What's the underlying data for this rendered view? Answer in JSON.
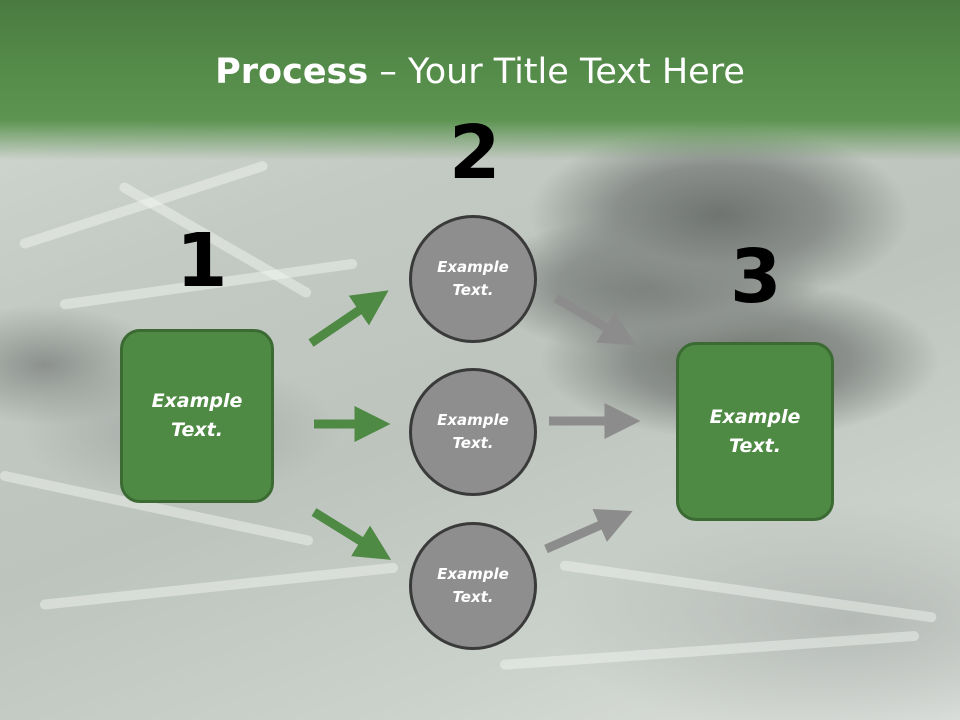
{
  "title": {
    "bold": "Process",
    "rest": " – Your Title Text Here"
  },
  "steps": {
    "one": "1",
    "two": "2",
    "three": "3"
  },
  "left_box": {
    "text": "Example\nText."
  },
  "right_box": {
    "text": "Example\nText."
  },
  "circles": [
    {
      "text": "Example\nText."
    },
    {
      "text": "Example\nText."
    },
    {
      "text": "Example\nText."
    }
  ],
  "colors": {
    "green_box": "#4f8a45",
    "green_arrow": "#4f8a45",
    "gray_circle": "#8e8e8e",
    "gray_arrow": "#8c8c8c",
    "header_green": "#558c4a"
  }
}
